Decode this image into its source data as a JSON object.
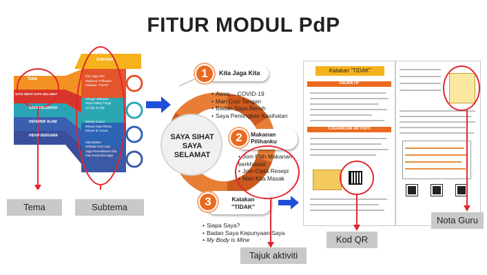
{
  "title": "FITUR MODUL PdP",
  "left_panel": {
    "top_label": "SUBTEMA",
    "themes": [
      "TEMA",
      "SAYA SIHAT SAYA SELAMAT",
      "GAYA FALSAFAH",
      "DEFENSIF ALAM",
      "HIDUP BERSAMA"
    ],
    "subtheme_groups": [
      [
        "Kita Jaga Kita",
        "Makanan Pilihanku",
        "Katakan \"TIDAK\""
      ],
      [
        "Minggu Malaysia",
        "Saya Paling Tinggi",
        "Ya Tak Ya Tak"
      ],
      [
        "Mimari Cuaca",
        "Mimari Alam Ritma",
        "Mimari di Cuaca"
      ],
      [
        "Kita Bulkan",
        "Sebatan Hari Lain",
        "Jaga Persekitaran Kita",
        "Kita Guna Kita Jaga"
      ]
    ]
  },
  "hub": {
    "center_text": "SAYA SIHAT SAYA SELAMAT",
    "items": [
      {
        "number": "1",
        "title": "Kita Jaga Kita",
        "bullets": [
          "Awas… COVID-19",
          "Mari Cuci Tangan",
          "Badan Saya Bersih",
          "Saya Pentingkan Kesihatan"
        ]
      },
      {
        "number": "2",
        "title": "Makanan Pilihanku",
        "bullets": [
          "Jom Pilih Makanan berkhasiat",
          "Jom Cipta Resepi",
          "Mari Kita Masak"
        ]
      },
      {
        "number": "3",
        "title": "Katakan \"TIDAK\"",
        "bullets": [
          "Siapa Saya?",
          "Badan Saya Kepunyaan Saya",
          "My Body is Mine"
        ]
      }
    ]
  },
  "document": {
    "heading": "Katakan \"TIDAK\"",
    "section1": "OBJEKTIF",
    "section2": "CADANGAN AKTIVITI"
  },
  "labels": {
    "tema": "Tema",
    "subtema": "Subtema",
    "tajuk": "Tajuk aktiviti",
    "kod_qr": "Kod QR",
    "nota_guru": "Nota Guru"
  }
}
